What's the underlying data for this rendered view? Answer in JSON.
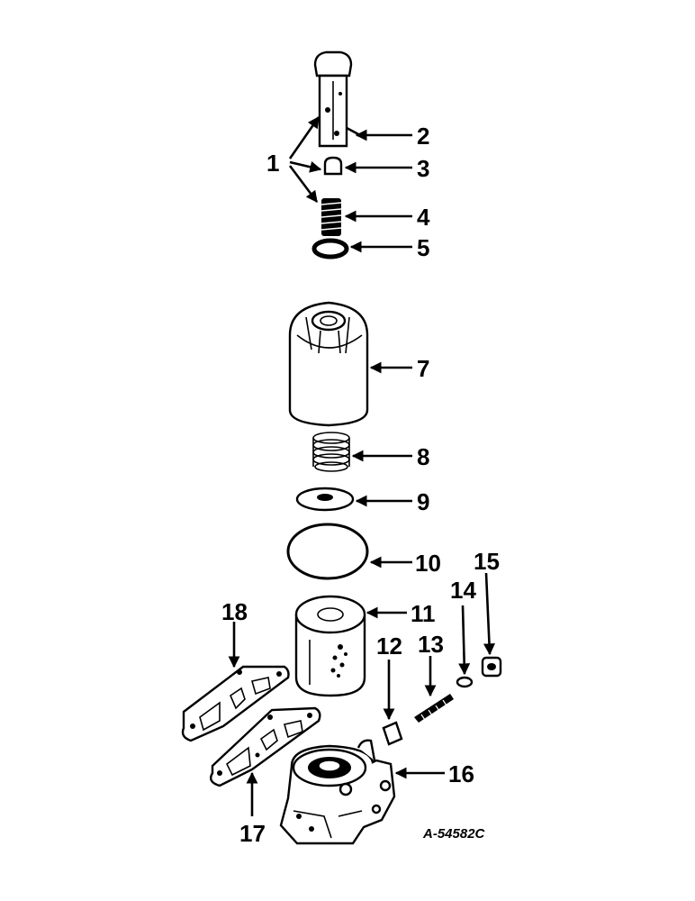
{
  "diagram": {
    "reference_code": "A-54582C",
    "callouts": [
      "1",
      "2",
      "3",
      "4",
      "5",
      "7",
      "8",
      "9",
      "10",
      "11",
      "12",
      "13",
      "14",
      "15",
      "16",
      "17",
      "18"
    ]
  }
}
